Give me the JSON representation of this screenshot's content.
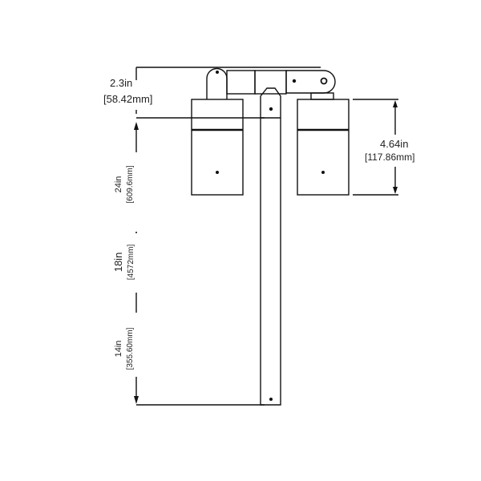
{
  "dimensions": {
    "arm_height": {
      "imperial": "2.3in",
      "metric": "[58.42mm]"
    },
    "fixture_height": {
      "imperial": "4.64in",
      "metric": "[117.86mm]"
    },
    "pole_options": [
      {
        "imperial": "24in",
        "metric": "[609.6mm]"
      },
      {
        "imperial": "18in",
        "metric": "[4572mm]"
      },
      {
        "imperial": "14in",
        "metric": "[355.60mm]"
      }
    ]
  }
}
